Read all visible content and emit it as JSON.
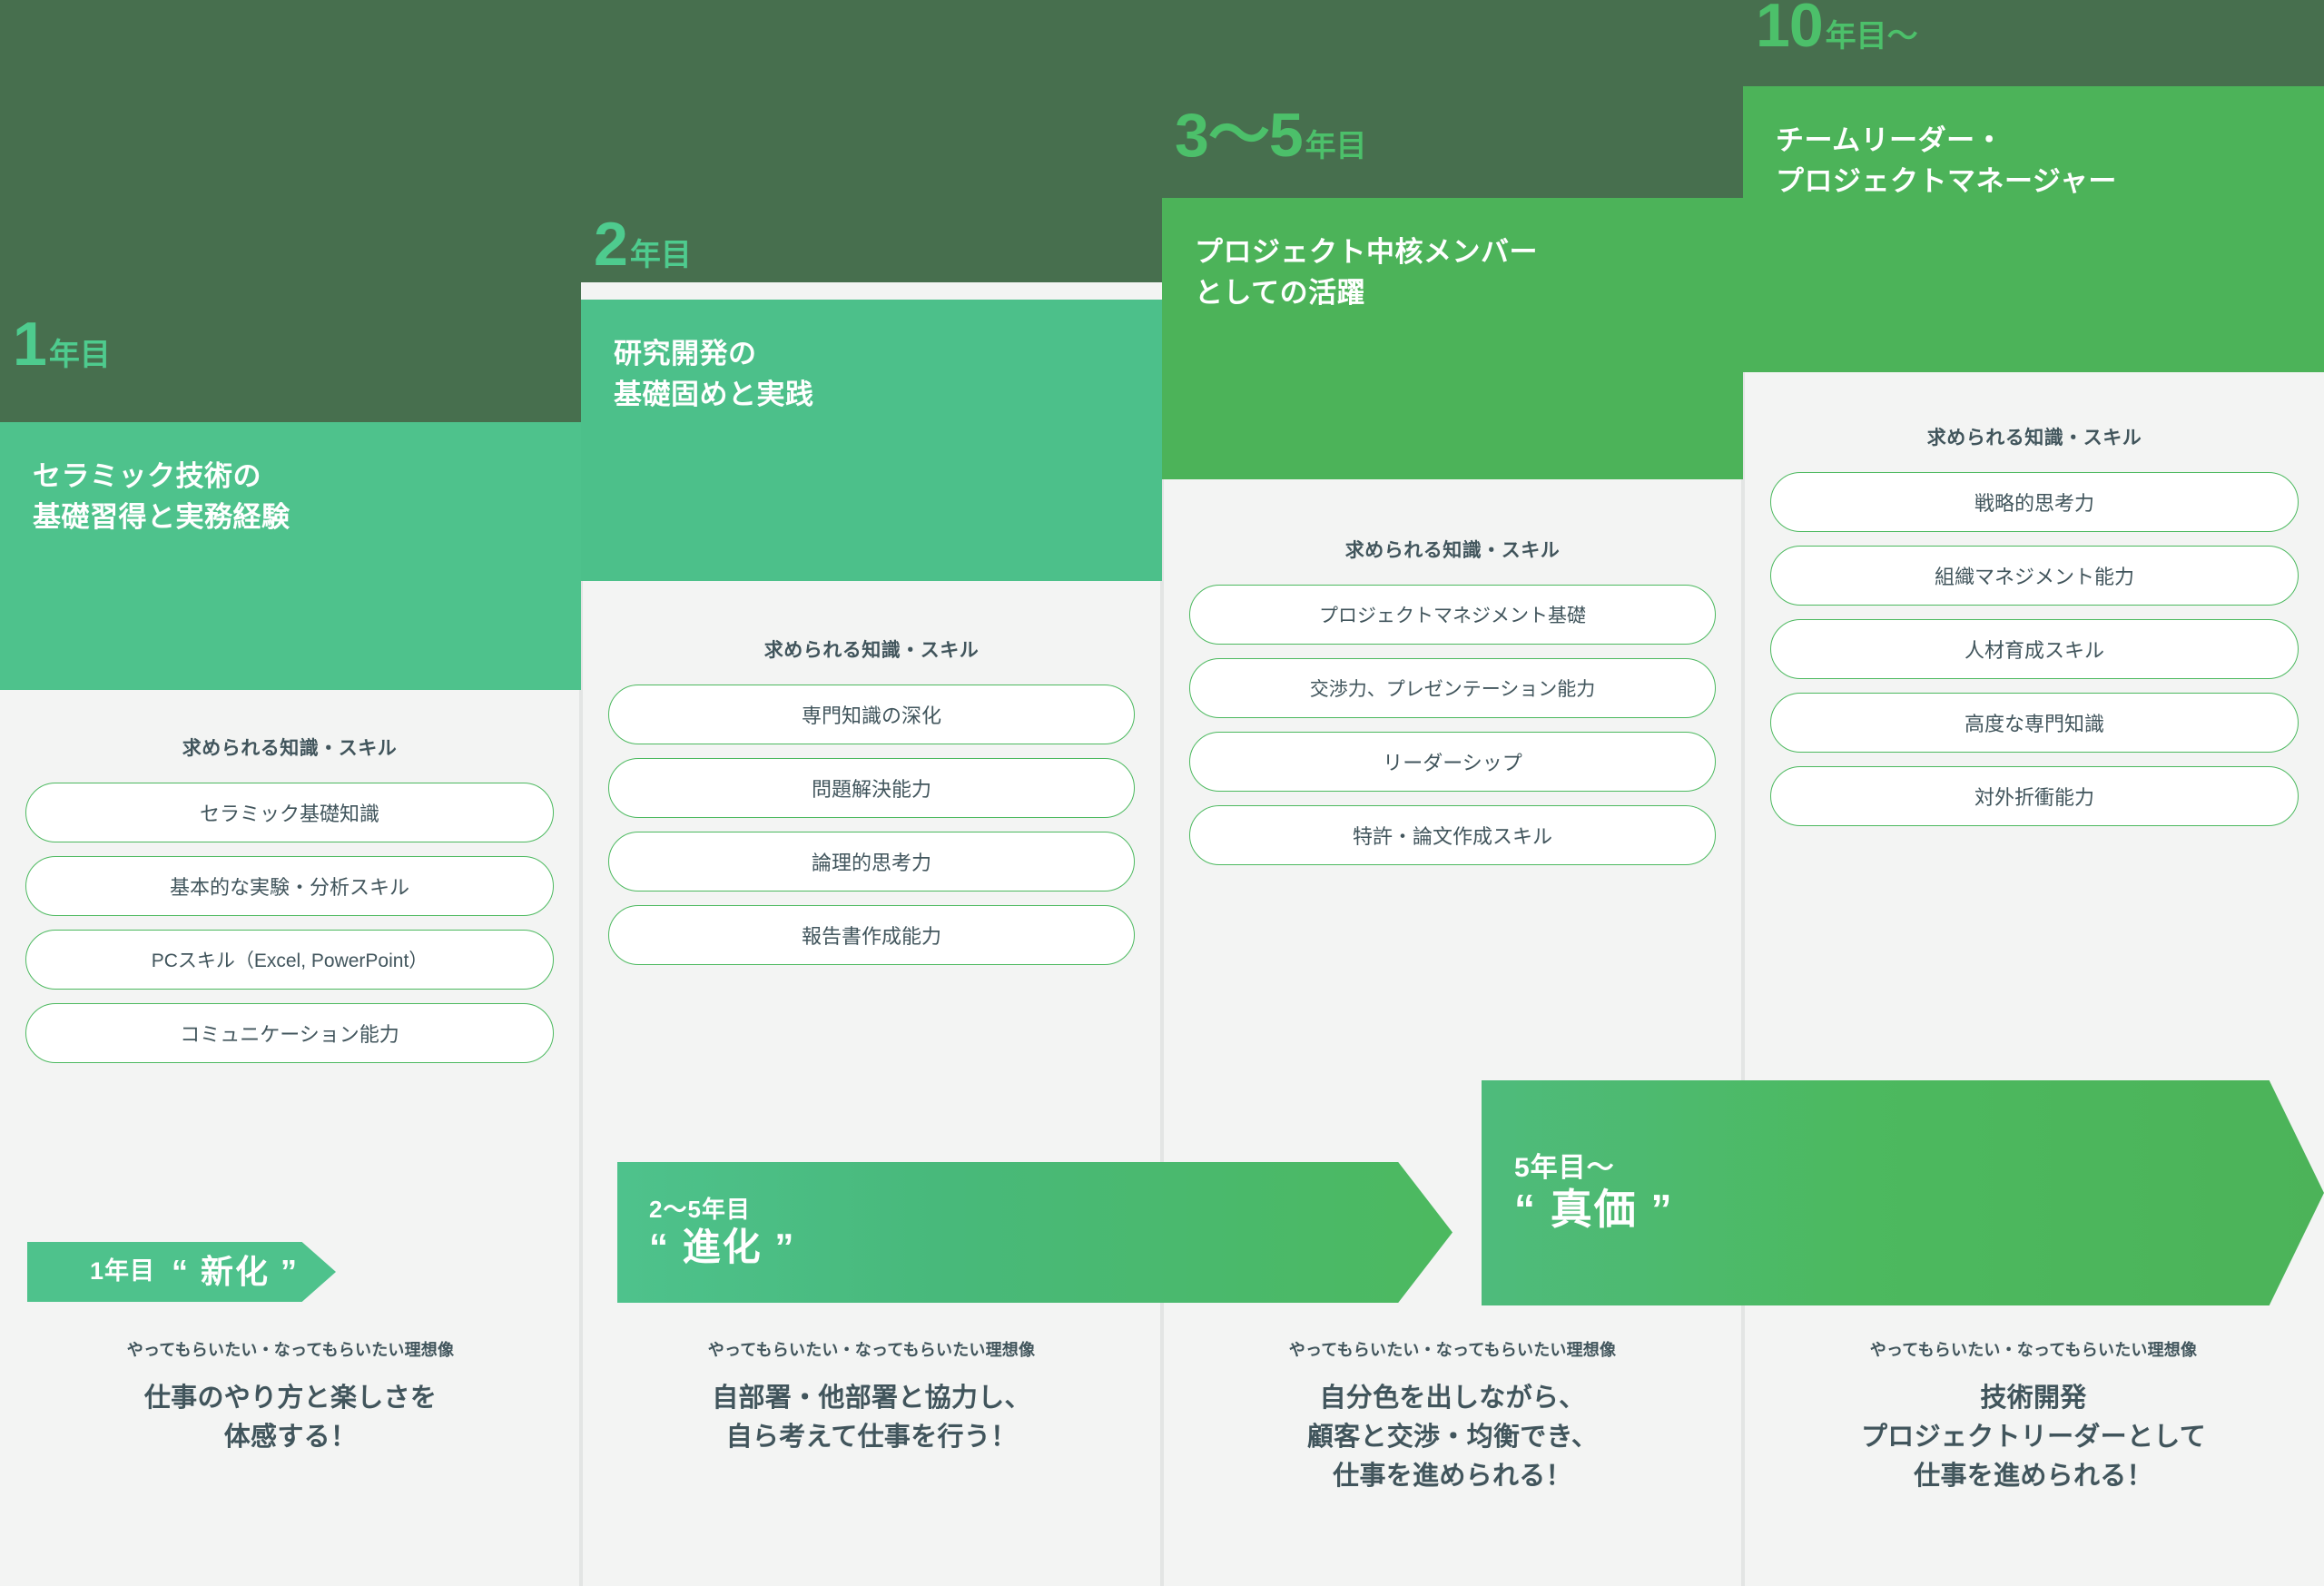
{
  "theme": {
    "backdrop_green": "#476F4E",
    "panel_bg": "#F3F4F3",
    "text_dark": "#41555C",
    "pill_border": "#4CB95F",
    "col1_green": "#4EC28C",
    "col2_green": "#4CC08A",
    "col3_green": "#4CB359",
    "col4_green": "#4CB359",
    "tag_green_light": "#4ECB8E",
    "tag_green": "#4CB359"
  },
  "skills_heading": "求められる知識・スキル",
  "ideal_caption": "やってもらいたい・なってもらいたい理想像",
  "columns": [
    {
      "year_num": "1",
      "year_unit": "年目",
      "title_lines": [
        "セラミック技術の",
        "基礎習得と実務経験"
      ],
      "skills": [
        "セラミック基礎知識",
        "基本的な実験・分析スキル",
        "PCスキル（Excel, PowerPoint）",
        "コミュニケーション能力"
      ],
      "ideal_lines": [
        "仕事のやり方と楽しさを",
        "体感する！"
      ]
    },
    {
      "year_num": "2",
      "year_unit": "年目",
      "title_lines": [
        "研究開発の",
        "基礎固めと実践"
      ],
      "skills": [
        "専門知識の深化",
        "問題解決能力",
        "論理的思考力",
        "報告書作成能力"
      ],
      "ideal_lines": [
        "自部署・他部署と協力し、",
        "自ら考えて仕事を行う！"
      ]
    },
    {
      "year_num": "3〜5",
      "year_unit": "年目",
      "title_lines": [
        "プロジェクト中核メンバー",
        "としての活躍"
      ],
      "skills": [
        "プロジェクトマネジメント基礎",
        "交渉力、プレゼンテーション能力",
        "リーダーシップ",
        "特許・論文作成スキル"
      ],
      "ideal_lines": [
        "自分色を出しながら、",
        "顧客と交渉・均衡でき、",
        "仕事を進められる！"
      ]
    },
    {
      "year_num": "10",
      "year_unit": "年目〜",
      "title_lines": [
        "チームリーダー・",
        "プロジェクトマネージャー"
      ],
      "skills": [
        "戦略的思考力",
        "組織マネジメント能力",
        "人材育成スキル",
        "高度な専門知識",
        "対外折衝能力"
      ],
      "ideal_lines": [
        "技術開発",
        "プロジェクトリーダーとして",
        "仕事を進められる！"
      ]
    }
  ],
  "arrows": [
    {
      "year": "1年目",
      "word": "“ 新化 ”"
    },
    {
      "year": "2〜5年目",
      "word": "“ 進化 ”"
    },
    {
      "year": "5年目〜",
      "word": "“ 真価 ”"
    }
  ]
}
